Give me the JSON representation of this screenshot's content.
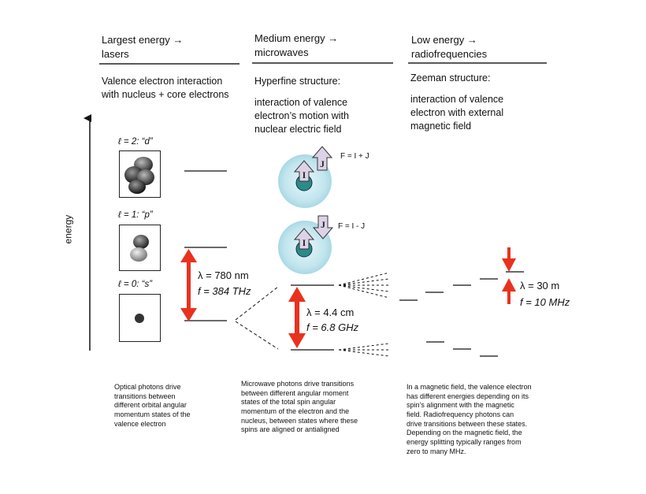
{
  "columns": [
    {
      "heading": "Largest energy →\nlasers",
      "subheading": "Valence electron interaction\nwith nucleus + core electrons",
      "caption": "Optical photons drive\ntransitions between\ndifferent orbital angular\nmomentum states of the\nvalence electron"
    },
    {
      "heading": "Medium energy →\nmicrowaves",
      "subheading": "Hyperfine structure:",
      "detail": "interaction of valence\nelectron’s motion with\nnuclear electric field",
      "caption": "Microwave photons drive transitions\nbetween different angular moment\nstates of the total spin angular\nmomentum of the electron and the\nnucleus, between states where these\nspins are aligned or antialigned"
    },
    {
      "heading": "Low energy →\nradiofrequencies",
      "subheading": "Zeeman structure:",
      "detail": "interaction of valence\nelectron with external\nmagnetic field",
      "caption": "In a magnetic field, the valence electron\nhas different energies depending on its\nspin’s alignment with the magnetic\nfield.  Radiofrequency photons can\ndrive transitions between these states.\nDepending on the magnetic field, the\nenergy splitting typically ranges from\nzero to many MHz."
    }
  ],
  "axis_label": "energy",
  "orbitals": [
    {
      "label": "ℓ = 2: “d”"
    },
    {
      "label": "ℓ = 1: “p”"
    },
    {
      "label": "ℓ = 0: “s”"
    }
  ],
  "optical_transition": {
    "wavelength": "λ = 780 nm",
    "frequency": "f = 384 THz"
  },
  "hyperfine_transition": {
    "wavelength": "λ = 4.4 cm",
    "frequency": "f = 6.8 GHz"
  },
  "zeeman_transition": {
    "wavelength": "λ = 30 m",
    "frequency": "f = 10 MHz"
  },
  "spin_states": [
    {
      "label": "F = I + J"
    },
    {
      "label": "F = I - J"
    }
  ],
  "vector_letters": {
    "nuclear": "I",
    "electron": "J"
  },
  "colors": {
    "arrow_red": "#e8321e",
    "sphere": "#bfe3ec",
    "vector_fill": "#dcd3e8",
    "nucleus": "#2d8a8a"
  }
}
